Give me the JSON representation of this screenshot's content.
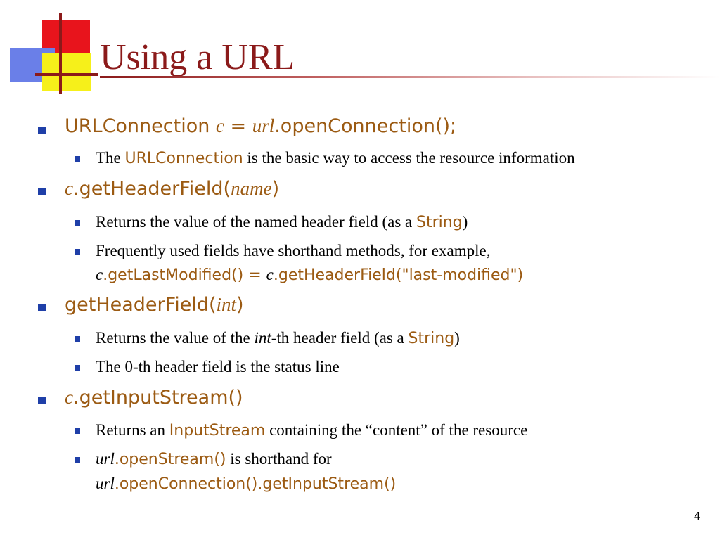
{
  "title": "Using a URL",
  "page_number": "4",
  "bullets": {
    "b1": {
      "a": "URLConnection ",
      "b": "c",
      "c": " = ",
      "d": "url",
      "e": ".openConnection();"
    },
    "b1s1": {
      "a": "The ",
      "b": "URLConnection",
      "c": " is the basic way to access the resource information"
    },
    "b2": {
      "a": "c",
      "b": ".getHeaderField(",
      "c": "name",
      "d": ")"
    },
    "b2s1": {
      "a": "Returns the value of the named header field (as a ",
      "b": "String",
      "c": ")"
    },
    "b2s2": {
      "a": "Frequently used fields have shorthand methods, for example,",
      "b": "c",
      "c": ".getLastModified() = ",
      "d": "c",
      "e": ".getHeaderField(\"last-modified\")"
    },
    "b3": {
      "a": "getHeaderField(",
      "b": "int",
      "c": ")"
    },
    "b3s1": {
      "a": "Returns the value of the ",
      "b": "int",
      "c": "-th header field (as a ",
      "d": "String",
      "e": ")"
    },
    "b3s2": {
      "a": "The 0-th header field is the status line"
    },
    "b4": {
      "a": "c",
      "b": ".getInputStream()"
    },
    "b4s1": {
      "a": "Returns an ",
      "b": "InputStream",
      "c": " containing the “content” of the resource"
    },
    "b4s2": {
      "a": "url",
      "b": ".openStream()",
      "c": " is shorthand for",
      "d": "url",
      "e": ".openConnection().getInputStream()"
    }
  },
  "colors": {
    "title": "#8b1a1a",
    "code": "#9b5a12",
    "bullet": "#1f3fa8"
  }
}
